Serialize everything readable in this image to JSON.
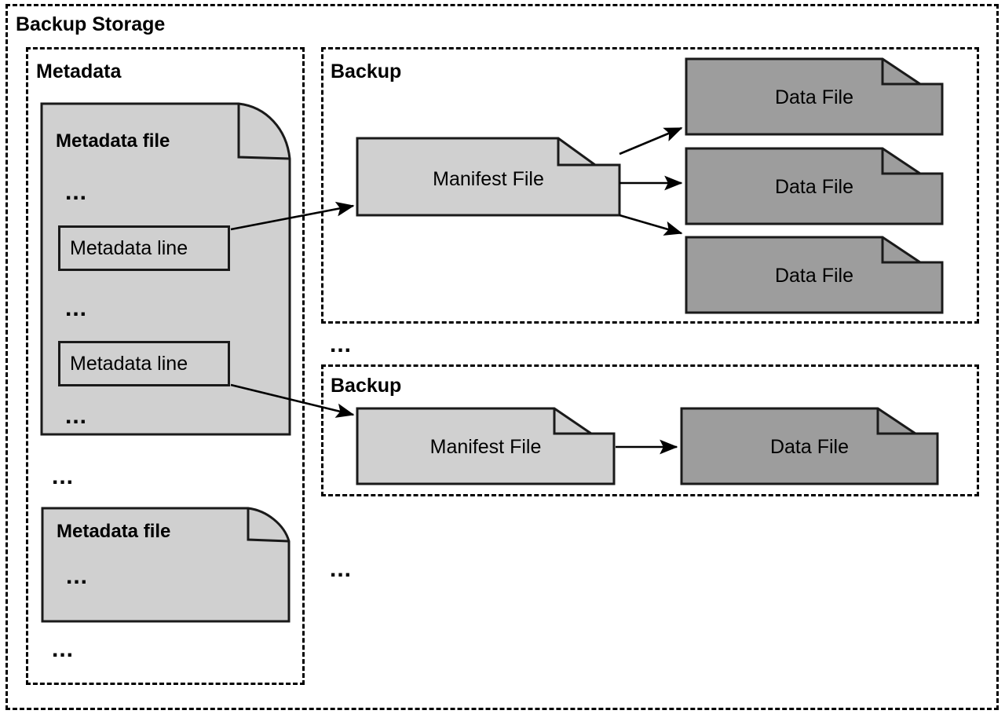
{
  "diagram": {
    "title": "Backup Storage",
    "colors": {
      "metadata_file_fill": "#d0d0d0",
      "manifest_file_fill": "#d0d0d0",
      "data_file_fill": "#9d9d9d",
      "outline": "#1a1a1a",
      "background": "#ffffff",
      "dashed_border": "#000000"
    },
    "groups": [
      {
        "id": "metadata-group",
        "title": "Metadata"
      },
      {
        "id": "backup-group-1",
        "title": "Backup"
      },
      {
        "id": "backup-group-2",
        "title": "Backup"
      }
    ],
    "metadata_files": [
      {
        "id": "metadata-file-1",
        "label": "Metadata file",
        "ellipses": [
          "...",
          "...",
          "..."
        ],
        "lines": [
          {
            "id": "metadata-line-1",
            "label": "Metadata line"
          },
          {
            "id": "metadata-line-2",
            "label": "Metadata line"
          }
        ]
      },
      {
        "id": "metadata-file-2",
        "label": "Metadata file",
        "ellipses": [
          "..."
        ],
        "lines": []
      }
    ],
    "metadata_group_ellipses": [
      {
        "id": "ellipsis-between-metadata-files",
        "text": "..."
      },
      {
        "id": "ellipsis-after-metadata-files",
        "text": "..."
      }
    ],
    "backups": [
      {
        "id": "backup-1",
        "title": "Backup",
        "manifest": {
          "id": "manifest-file-1",
          "label": "Manifest File"
        },
        "data_files": [
          {
            "id": "data-file-1",
            "label": "Data File"
          },
          {
            "id": "data-file-2",
            "label": "Data File"
          },
          {
            "id": "data-file-3",
            "label": "Data File"
          }
        ]
      },
      {
        "id": "backup-2",
        "title": "Backup",
        "manifest": {
          "id": "manifest-file-2",
          "label": "Manifest File"
        },
        "data_files": [
          {
            "id": "data-file-4",
            "label": "Data File"
          }
        ]
      }
    ],
    "backup_area_ellipses": [
      {
        "id": "ellipsis-between-backups",
        "text": "..."
      },
      {
        "id": "ellipsis-after-backups",
        "text": "..."
      }
    ],
    "arrows": [
      {
        "id": "arrow-metadata-line-1-to-manifest-1",
        "from": "metadata-line-1",
        "to": "manifest-file-1"
      },
      {
        "id": "arrow-metadata-line-2-to-manifest-2",
        "from": "metadata-line-2",
        "to": "manifest-file-2"
      },
      {
        "id": "arrow-manifest-1-to-data-file-1",
        "from": "manifest-file-1",
        "to": "data-file-1"
      },
      {
        "id": "arrow-manifest-1-to-data-file-2",
        "from": "manifest-file-1",
        "to": "data-file-2"
      },
      {
        "id": "arrow-manifest-1-to-data-file-3",
        "from": "manifest-file-1",
        "to": "data-file-3"
      },
      {
        "id": "arrow-manifest-2-to-data-file-4",
        "from": "manifest-file-2",
        "to": "data-file-4"
      }
    ]
  }
}
